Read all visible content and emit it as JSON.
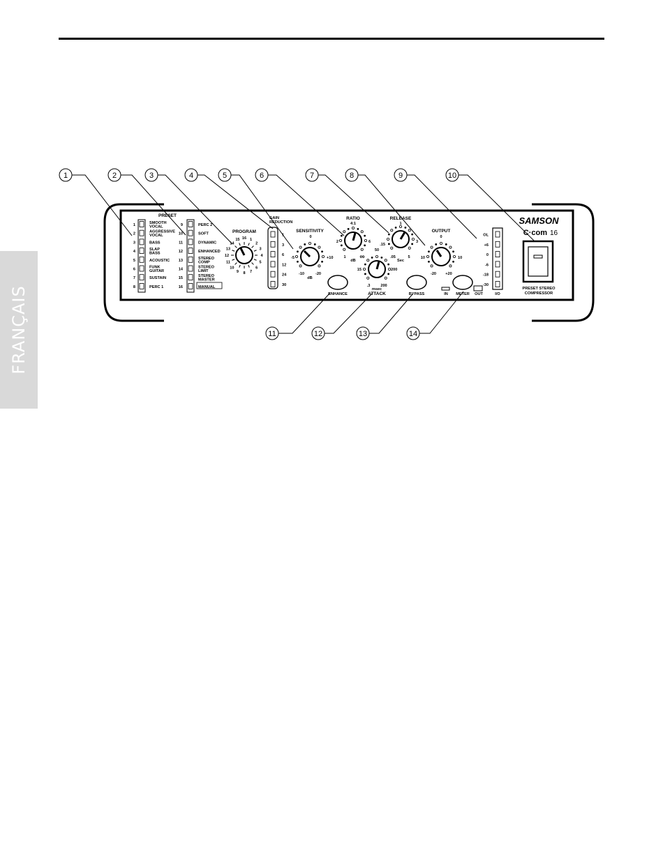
{
  "side_tab": "FRANÇAIS",
  "callouts": [
    "1",
    "2",
    "3",
    "4",
    "5",
    "6",
    "7",
    "8",
    "9",
    "10",
    "11",
    "12",
    "13",
    "14"
  ],
  "brand": {
    "name": "SAMSON",
    "model_prefix": "C·com",
    "model_suffix": "16",
    "subtitle_line1": "PRESET STEREO",
    "subtitle_line2": "COMPRESSOR"
  },
  "preset": {
    "title": "PRESET",
    "left_numbers": [
      "1",
      "2",
      "3",
      "4",
      "5",
      "6",
      "7",
      "8"
    ],
    "left_labels": [
      [
        "SMOOTH",
        "VOCAL"
      ],
      [
        "AGGRESSIVE",
        "VOCAL"
      ],
      [
        "BASS"
      ],
      [
        "SLAP",
        "BASS"
      ],
      [
        "ACOUSTIC"
      ],
      [
        "FUNK",
        "GUITAR"
      ],
      [
        "SUSTAIN"
      ],
      [
        "PERC 1"
      ]
    ],
    "right_numbers": [
      "9",
      "10",
      "11",
      "12",
      "13",
      "14",
      "15",
      "16"
    ],
    "right_labels": [
      [
        "PERC 2"
      ],
      [
        "SOFT"
      ],
      [
        "DYNAMIC"
      ],
      [
        "ENHANCED"
      ],
      [
        "STEREO",
        "COMP"
      ],
      [
        "STEREO",
        "LIMIT"
      ],
      [
        "STEREO",
        "MASTER"
      ],
      [
        "MANUAL"
      ]
    ]
  },
  "program": {
    "title": "PROGRAM",
    "ticks": [
      "16",
      "1",
      "2",
      "3",
      "4",
      "5",
      "6",
      "7",
      "8",
      "9",
      "10",
      "11",
      "12",
      "13",
      "14",
      "15"
    ]
  },
  "gain_reduction": {
    "title_line1": "GAIN",
    "title_line2": "REDUCTION",
    "scale": [
      "1",
      "3",
      "6",
      "12",
      "24",
      "30"
    ]
  },
  "sensitivity": {
    "title": "SENSITIVITY",
    "top": "0",
    "right": "+10",
    "left": "-5",
    "bottom_left": "-10",
    "bottom_right": "-20",
    "unit": "dB"
  },
  "ratio": {
    "title": "RATIO",
    "top": "4:1",
    "left": "2",
    "right": "6",
    "bottom_left": "1",
    "bottom_right": "∞",
    "unit": "dB"
  },
  "release": {
    "title": "RELEASE",
    "top": "1",
    "left": ".15",
    "right": "3",
    "bottom_left": ".05",
    "bottom_right": "5",
    "unit": "Sec",
    "extra": "50"
  },
  "attack": {
    "title": "ATTACK",
    "left": "15",
    "right": "200",
    "bottom_left": ".3",
    "bottom_right": "200",
    "unit": "msec"
  },
  "output": {
    "title": "OUTPUT",
    "top": "0",
    "left": "10",
    "right": "10",
    "bottom_left": "-20",
    "bottom_right": "+20"
  },
  "io_meter": {
    "scale": [
      "OL",
      "+6",
      "0",
      "-6",
      "-18",
      "-30"
    ],
    "footer": "I/O"
  },
  "buttons": {
    "enhance": "ENHANCE",
    "bypass": "BYPASS",
    "meter": "METER",
    "meter_in": "IN",
    "meter_out": "OUT"
  }
}
